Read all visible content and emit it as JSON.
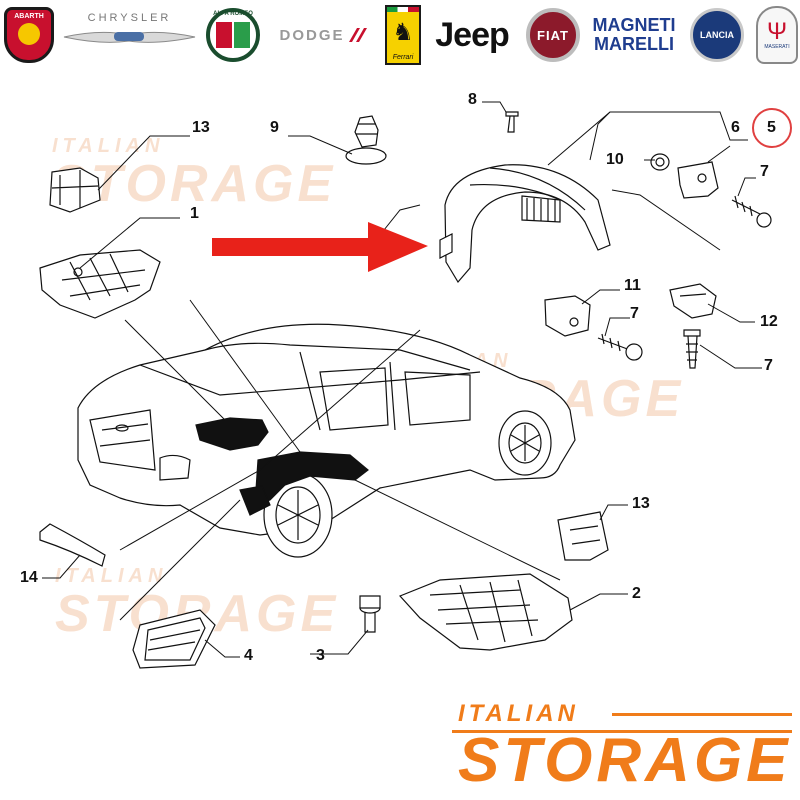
{
  "brands": [
    {
      "name": "ABARTH",
      "icon": "abarth-scorpion-icon"
    },
    {
      "name": "CHRYSLER",
      "icon": "chrysler-wings-icon"
    },
    {
      "name": "ALFA ROMEO",
      "icon": "alfa-romeo-badge-icon"
    },
    {
      "name": "DODGE",
      "icon": "dodge-stripes-icon"
    },
    {
      "name": "Ferrari",
      "icon": "ferrari-horse-icon"
    },
    {
      "name": "Jeep",
      "icon": "jeep-wordmark"
    },
    {
      "name": "FIAT",
      "icon": "fiat-badge-icon"
    },
    {
      "name": "MAGNETI MARELLI",
      "line1": "MAGNETI",
      "line2": "MARELLI",
      "icon": "magneti-marelli-wordmark"
    },
    {
      "name": "LANCIA",
      "icon": "lancia-badge-icon"
    },
    {
      "name": "MASERATI",
      "icon": "maserati-trident-icon"
    }
  ],
  "callouts": {
    "c1": "1",
    "c2": "2",
    "c3": "3",
    "c4": "4",
    "c5": "5",
    "c6": "6",
    "c7a": "7",
    "c7b": "7",
    "c7c": "7",
    "c8": "8",
    "c9": "9",
    "c10": "10",
    "c11": "11",
    "c12": "12",
    "c13a": "13",
    "c13b": "13",
    "c14": "14"
  },
  "watermark": {
    "small": "ITALIAN",
    "big": "STORAGE"
  },
  "footer": {
    "small": "ITALIAN",
    "big": "STORAGE"
  },
  "colors": {
    "arrow": "#e8221a",
    "accent": "#f07c1a",
    "callout_circle": "#e04040",
    "watermark": "#f3c7a8"
  }
}
